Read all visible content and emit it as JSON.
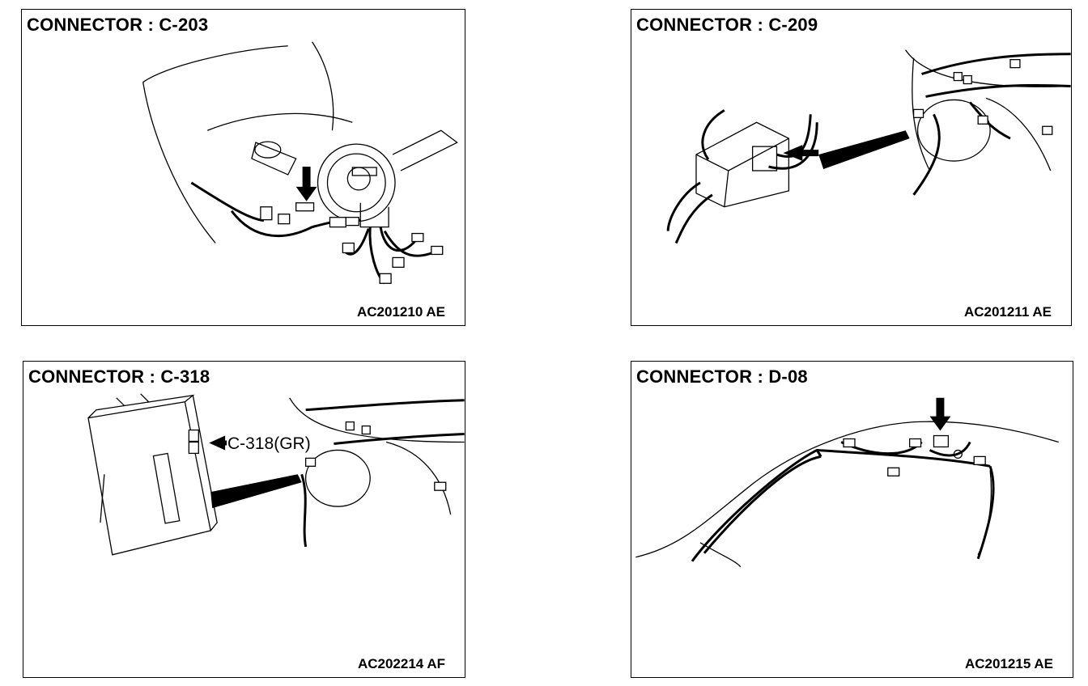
{
  "panels": [
    {
      "title": "CONNECTOR : C-203",
      "code": "AC201210 AE"
    },
    {
      "title": "CONNECTOR : C-209",
      "code": "AC201211 AE"
    },
    {
      "title": "CONNECTOR : C-318",
      "code": "AC202214 AF",
      "callout": "C-318(GR)"
    },
    {
      "title": "CONNECTOR : D-08",
      "code": "AC201215 AE"
    }
  ]
}
